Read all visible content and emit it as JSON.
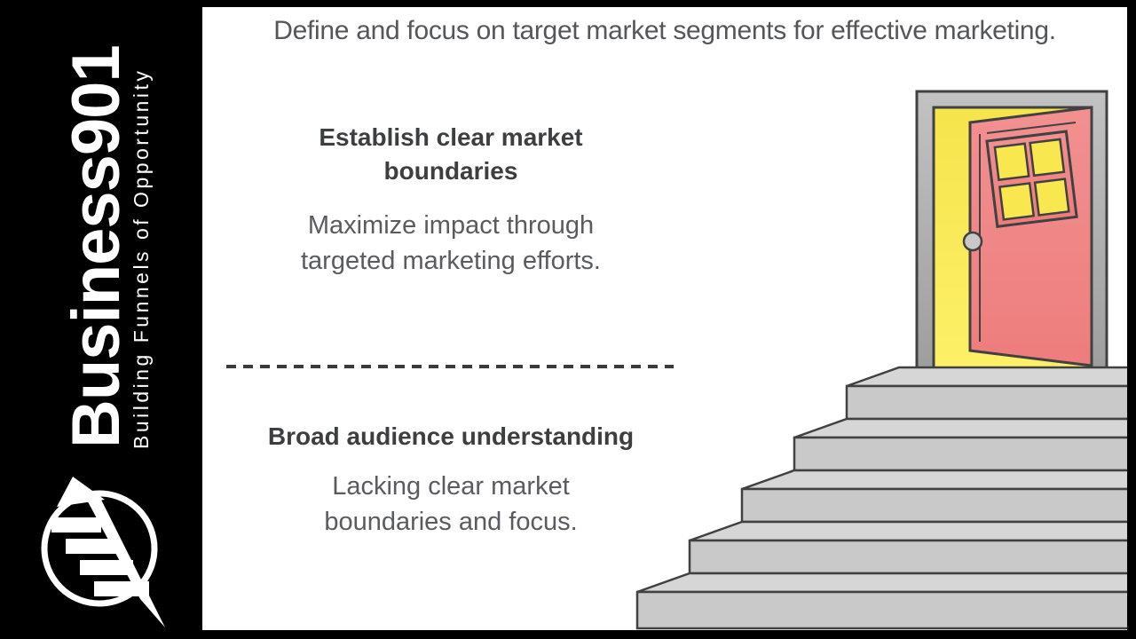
{
  "sidebar": {
    "brand": "Business901",
    "tagline": "Building Funnels of Opportunity",
    "logo_icon": "bolt-stairs-circle-logo"
  },
  "slide": {
    "title": "Define and focus on target market segments for effective marketing.",
    "sections": [
      {
        "heading": "Establish clear market\nboundaries",
        "body": "Maximize impact through\ntargeted marketing efforts."
      },
      {
        "heading": "Broad audience understanding",
        "body": "Lacking clear market\nboundaries and focus."
      }
    ]
  },
  "illustration": {
    "name": "staircase-to-open-door",
    "elements": [
      "door-frame",
      "doorway-light",
      "open-door",
      "door-window",
      "door-knob",
      "stair-steps"
    ]
  },
  "colors": {
    "background": "#000000",
    "panel": "#ffffff",
    "title-text": "#54565a",
    "heading-text": "#3d3e40",
    "body-text": "#5a5b5e",
    "divider": "#3a3a3a",
    "outline": "#414141",
    "door-pink": "#f08888",
    "doorway-yellow": "#f8e74e",
    "frame-gray": "#b0b0b0",
    "step-gray": "#c9c9c9",
    "tread-gray": "#d6d6d6",
    "knob-gray": "#c8c8c8",
    "brand-white": "#ffffff"
  }
}
